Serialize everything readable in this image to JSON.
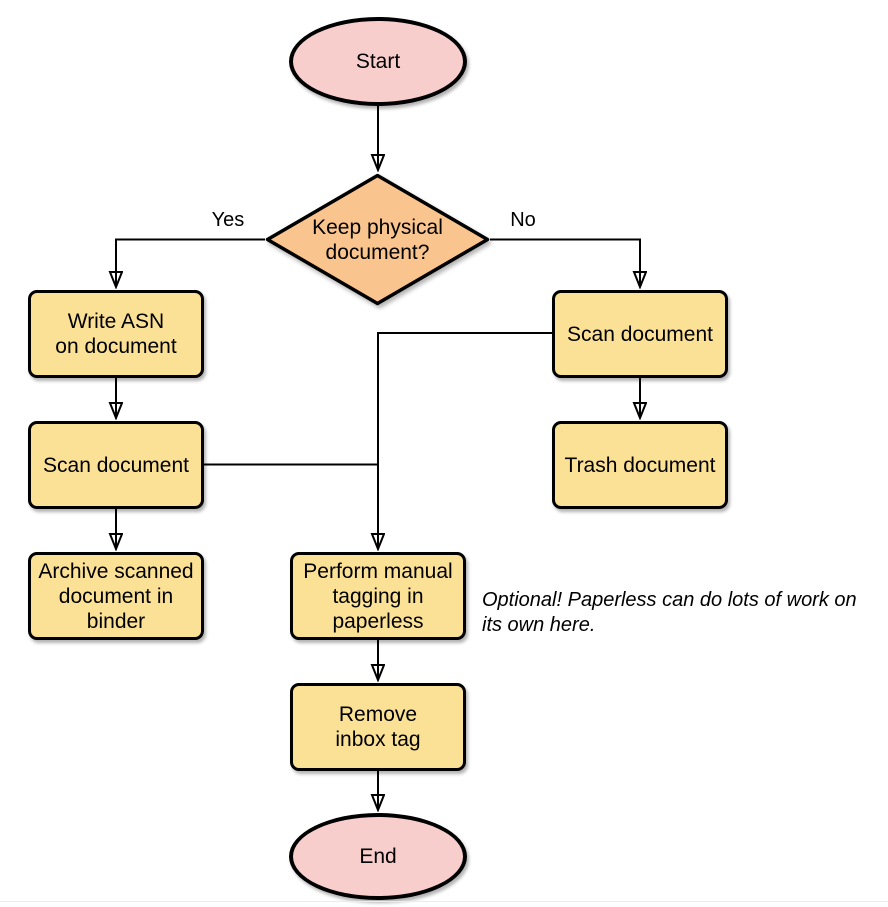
{
  "colors": {
    "terminator_fill": "#f8cecc",
    "decision_fill": "#fac48e",
    "process_fill": "#fbe196",
    "outline": "#000000",
    "connector": "#000000"
  },
  "nodes": {
    "start": {
      "label": "Start"
    },
    "decision": {
      "label": "Keep physical\ndocument?"
    },
    "write_asn": {
      "label": "Write ASN\non document"
    },
    "scan_left": {
      "label": "Scan document"
    },
    "archive": {
      "label": "Archive scanned\ndocument in\nbinder"
    },
    "scan_right": {
      "label": "Scan document"
    },
    "trash": {
      "label": "Trash document"
    },
    "tagging": {
      "label": "Perform manual\ntagging in\npaperless"
    },
    "remove_inbox": {
      "label": "Remove\ninbox tag"
    },
    "end": {
      "label": "End"
    }
  },
  "edge_labels": {
    "yes": "Yes",
    "no": "No"
  },
  "annotation": "Optional! Paperless can do lots of work on\nits own here."
}
